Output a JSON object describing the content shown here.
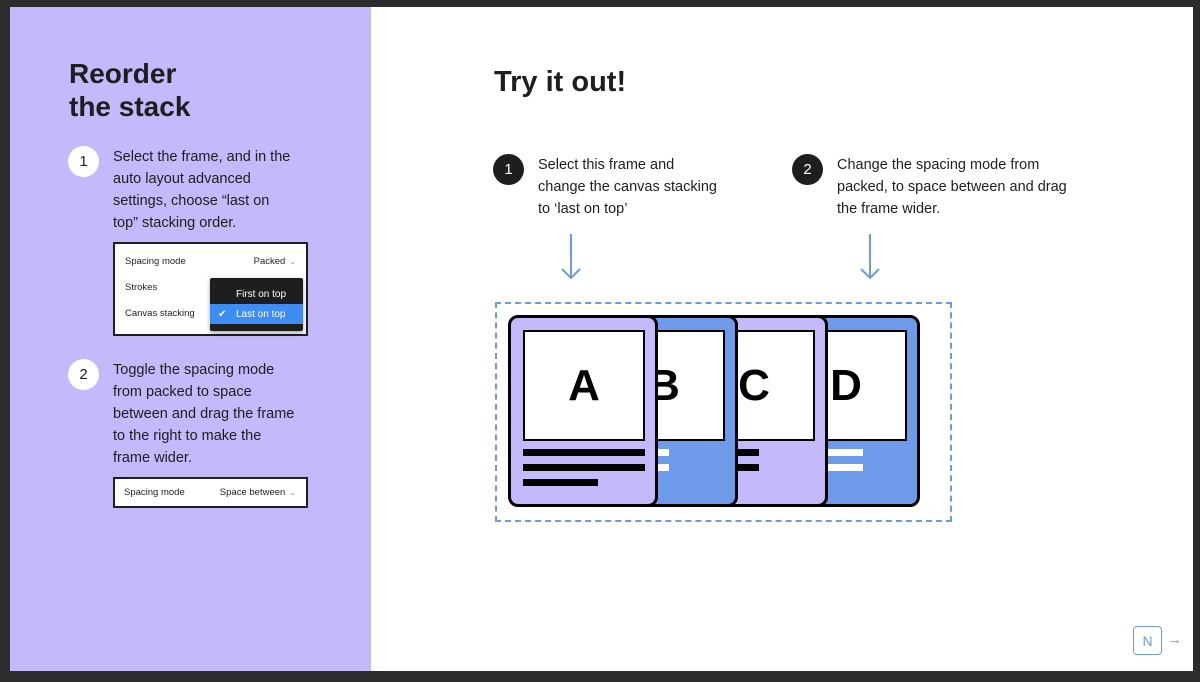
{
  "left": {
    "title_lines": [
      "Reorder",
      "the stack"
    ],
    "steps": [
      {
        "number": "1",
        "lines": [
          "Select the frame, and in the",
          "auto layout advanced",
          "settings, choose “last on",
          "top” stacking order."
        ]
      },
      {
        "number": "2",
        "lines": [
          "Toggle the spacing mode",
          "from packed to space",
          "between and drag the frame",
          "to the right to make the",
          "frame wider."
        ]
      }
    ],
    "panel1": {
      "spacing_label": "Spacing mode",
      "spacing_value": "Packed",
      "strokes_label": "Strokes",
      "canvas_label": "Canvas stacking",
      "dropdown_options": [
        "First on top",
        "Last on top"
      ],
      "selected_option": "Last on top"
    },
    "panel2": {
      "spacing_label": "Spacing mode",
      "spacing_value": "Space between"
    }
  },
  "right": {
    "heading": "Try it out!",
    "steps": [
      {
        "number": "1",
        "lines": [
          "Select this frame and",
          "change the canvas stacking",
          "to ‘last on top’"
        ]
      },
      {
        "number": "2",
        "lines": [
          "Change the spacing mode from",
          "packed, to space between and drag",
          "the frame wider."
        ]
      }
    ],
    "cards": [
      "A",
      "B",
      "C",
      "D"
    ]
  },
  "nav": {
    "next_label": "N",
    "arrow": "→"
  },
  "colors": {
    "purple": "#c4b9fa",
    "blue": "#6e9be9",
    "dark": "#1e1e1e",
    "accent": "#6b9be8",
    "selection": "#3d8df5"
  },
  "icons": [
    "chevron-down-icon",
    "check-icon",
    "arrow-down-icon",
    "arrow-right-icon"
  ]
}
